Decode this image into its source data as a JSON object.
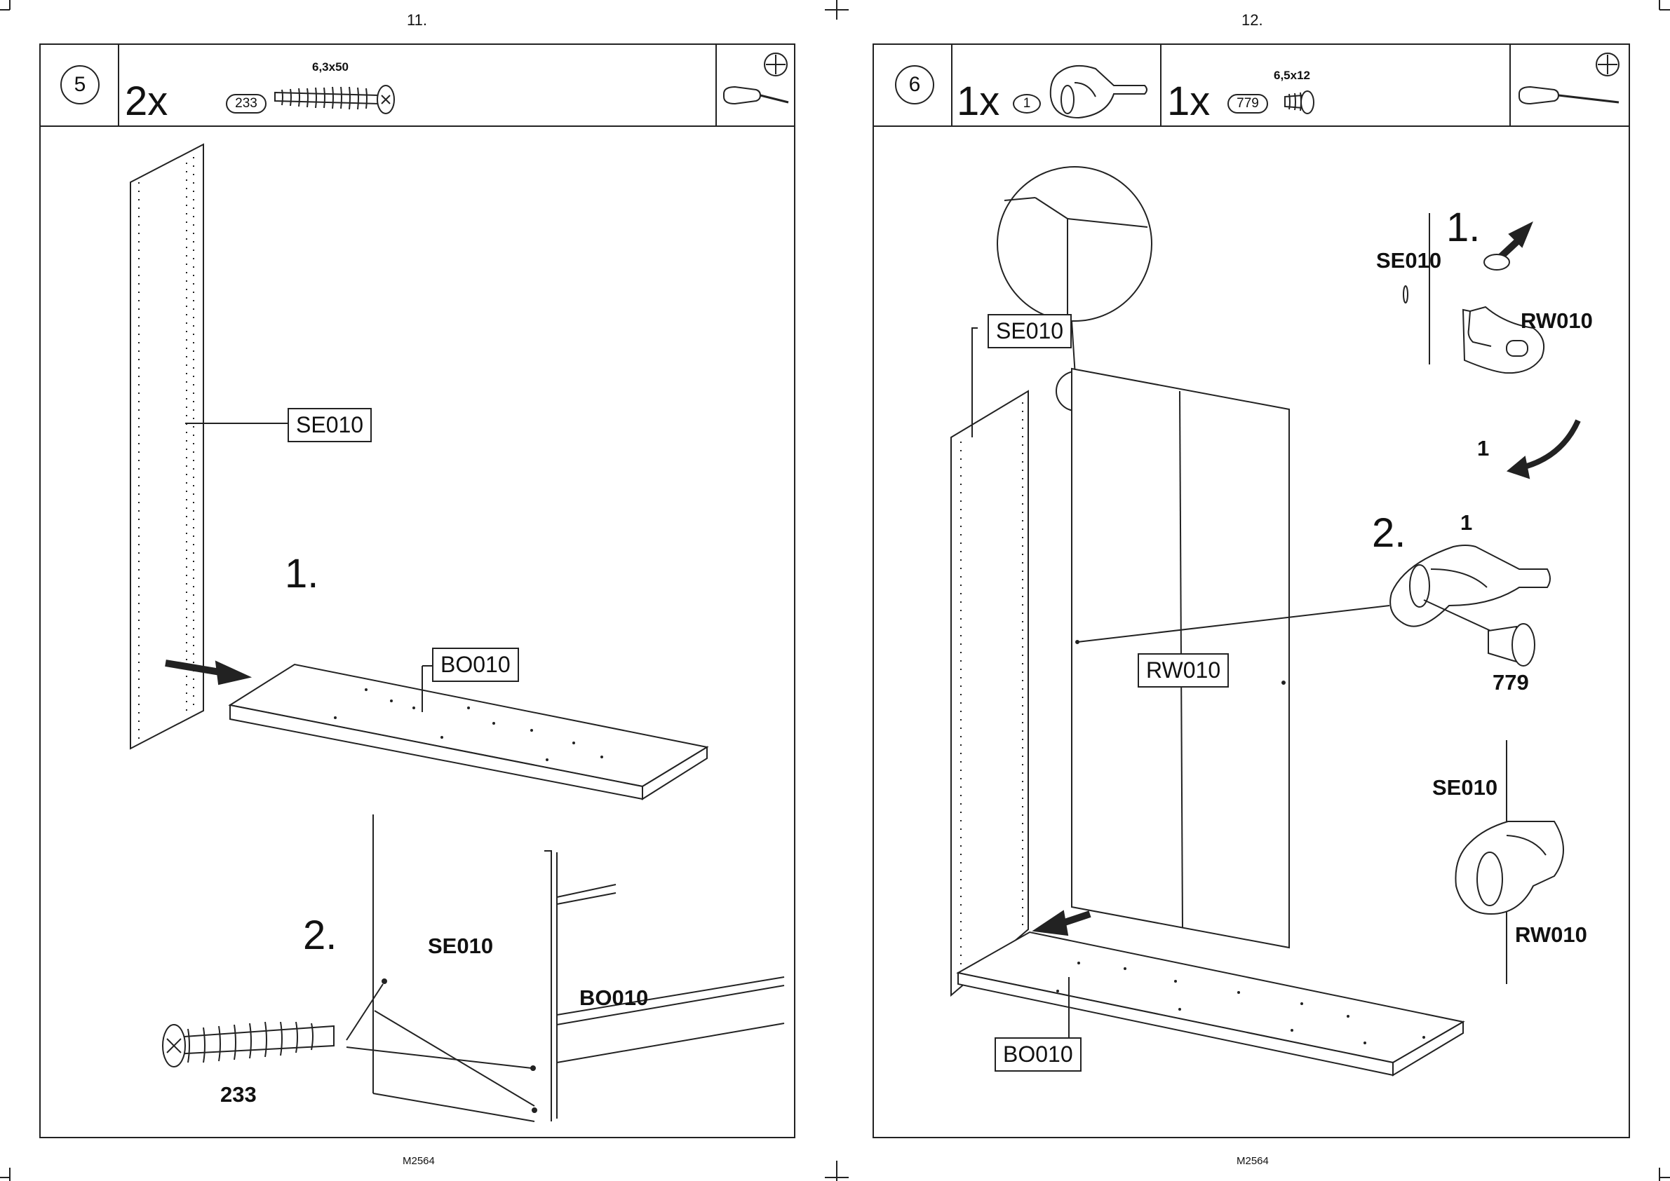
{
  "page_numbers": {
    "left": "11.",
    "right": "12."
  },
  "footer": {
    "left": "M2564",
    "right": "M2564"
  },
  "step5": {
    "step_number": "5",
    "quantity": "2x",
    "part_id": "233",
    "screw_spec": "6,3x50",
    "sub_steps": [
      "1.",
      "2."
    ],
    "labels": {
      "side_panel": "SE010",
      "bottom_board": "BO010",
      "detail_side": "SE010",
      "detail_bottom": "BO010",
      "detail_screw": "233"
    }
  },
  "step6": {
    "step_number": "6",
    "part1_quantity": "1x",
    "part1_id": "1",
    "part2_quantity": "1x",
    "part2_id": "779",
    "screw_spec": "6,5x12",
    "sub_steps": [
      "1.",
      "2."
    ],
    "labels": {
      "side_panel": "SE010",
      "rear_wall": "RW010",
      "bottom_board": "BO010",
      "detail1_side": "SE010",
      "detail1_rear": "RW010",
      "detail1_part": "1",
      "detail2_part": "1",
      "detail2_screw": "779",
      "detail3_side": "SE010",
      "detail3_rear": "RW010"
    }
  }
}
